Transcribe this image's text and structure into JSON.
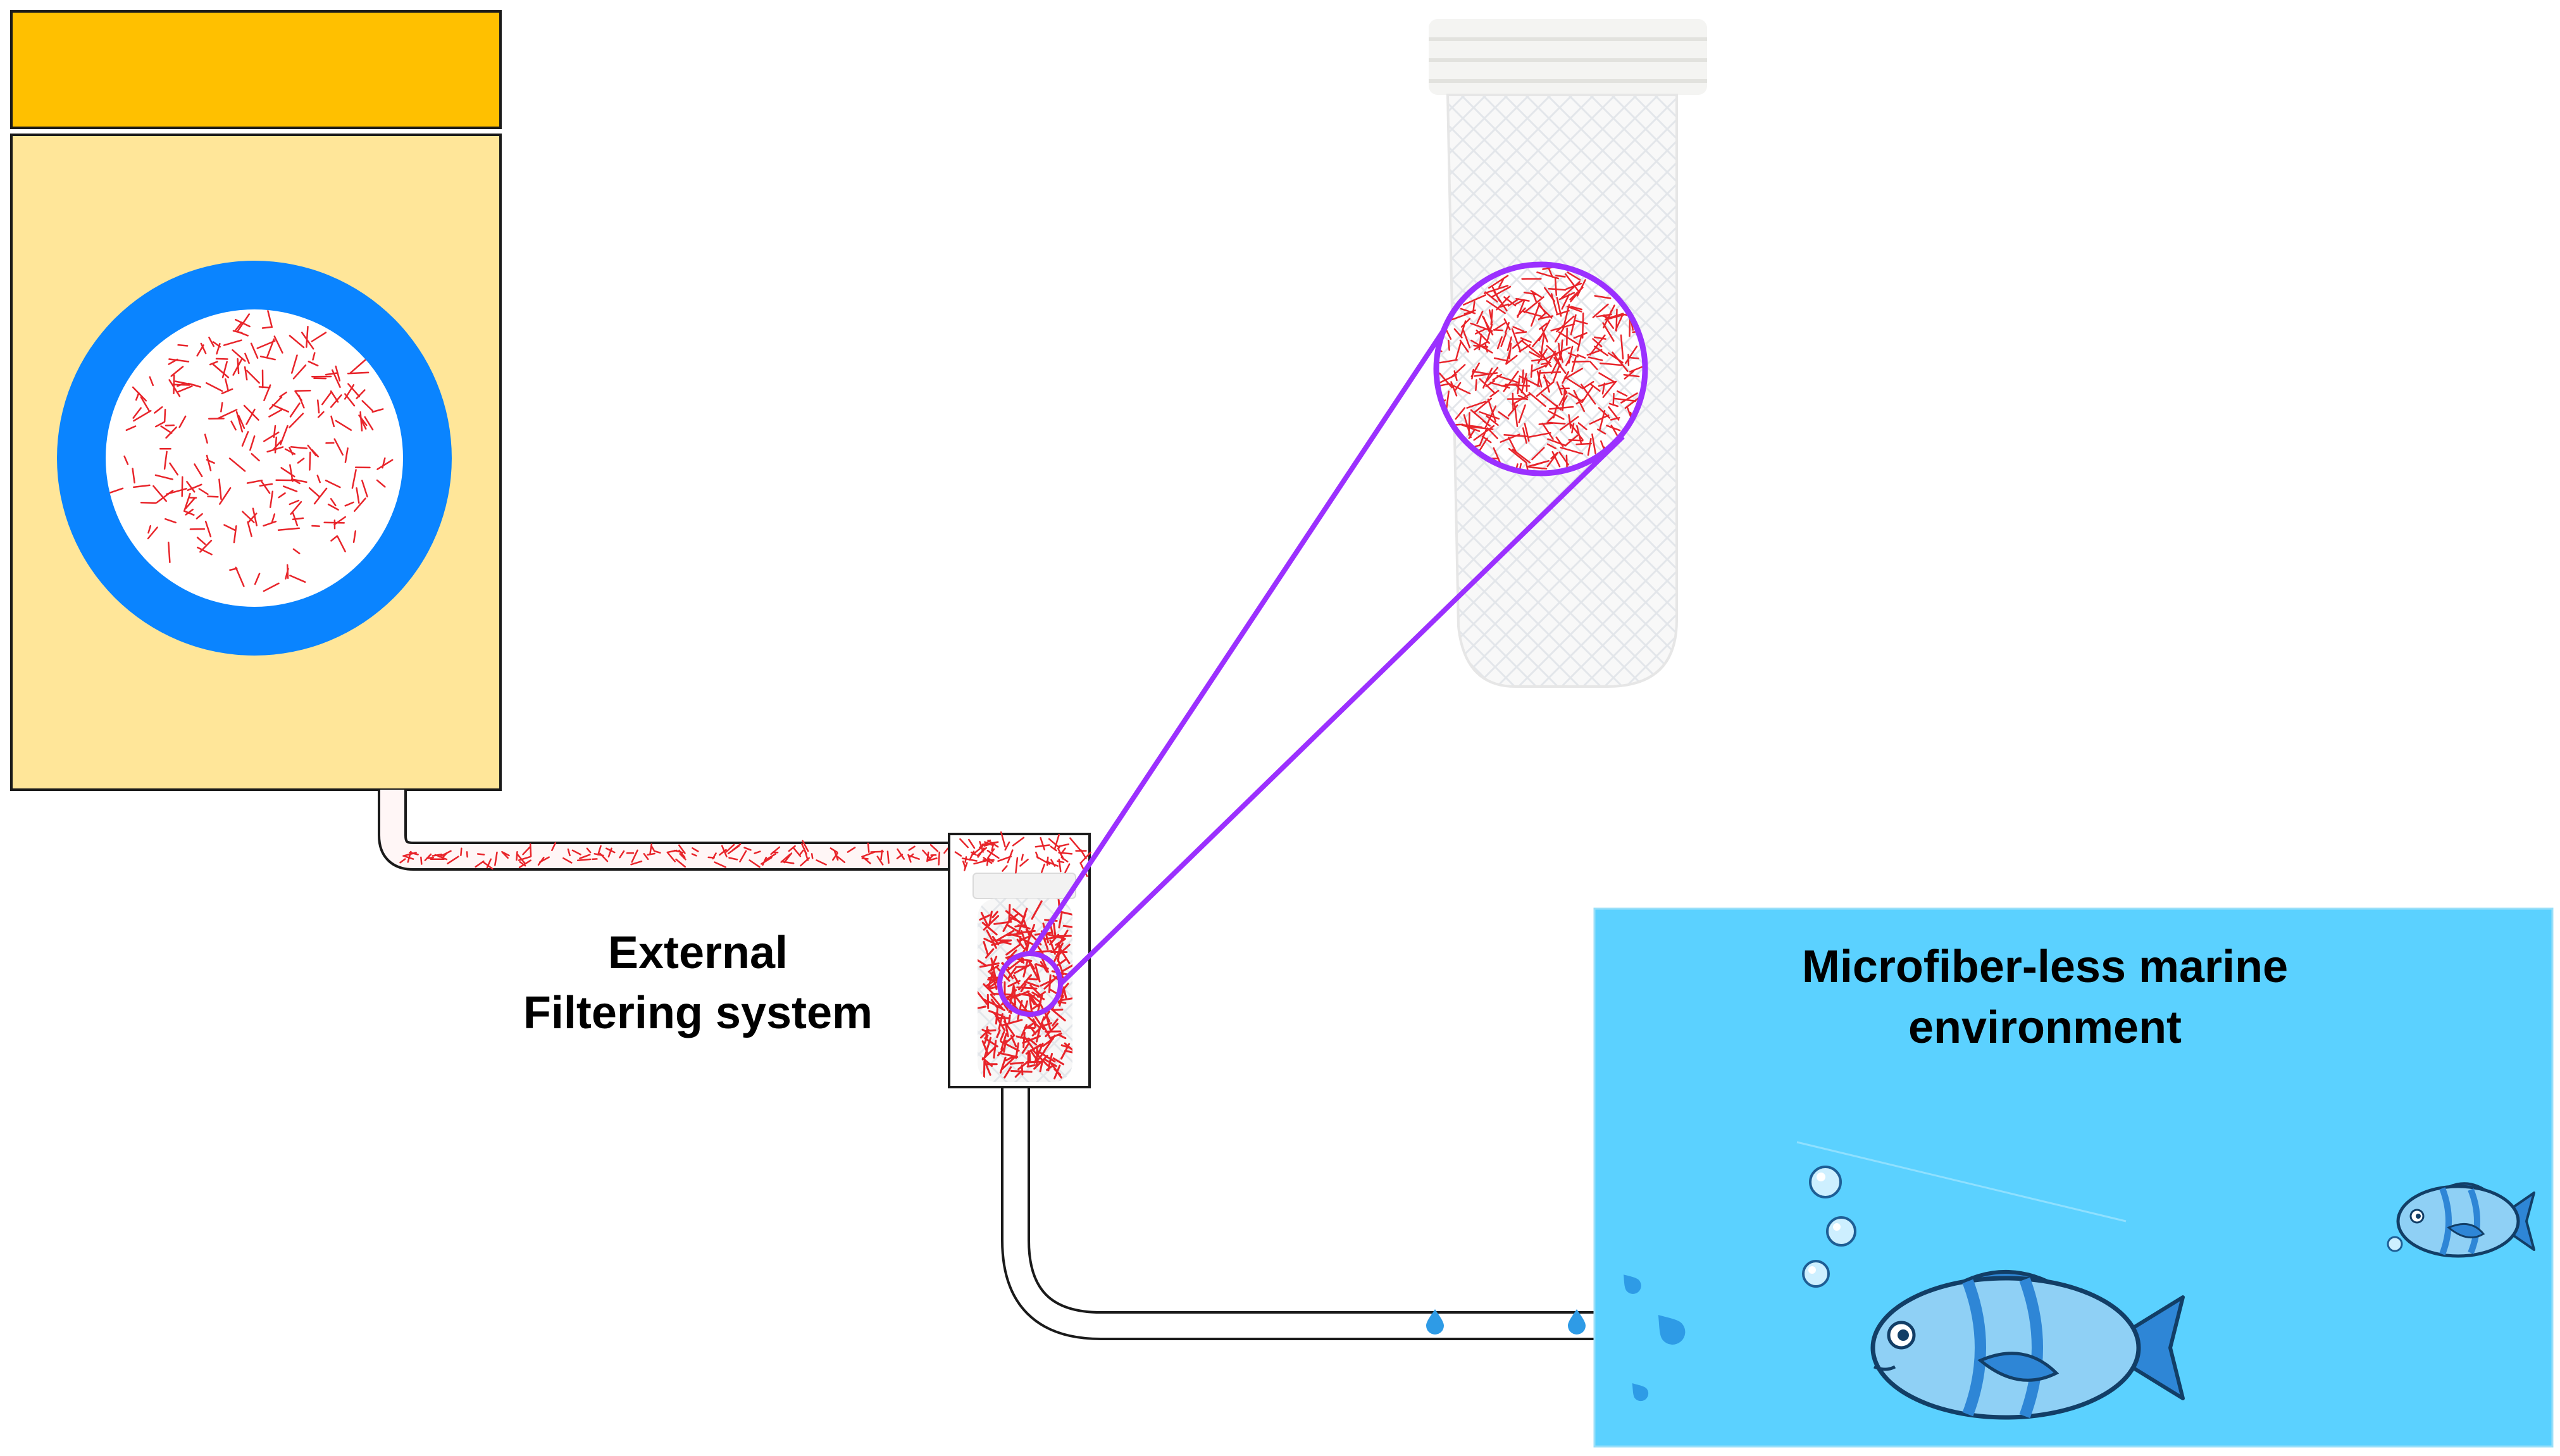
{
  "labels": {
    "filter_line1": "External",
    "filter_line2": "Filtering system",
    "marine_line1": "Microfiber-less marine",
    "marine_line2": "environment"
  },
  "icons": {
    "washing_machine": "washing-machine",
    "filter": "filter-cartridge",
    "mesh_bag": "mesh-filter-bag",
    "magnifier": "zoom-magnifier-circle",
    "fish": "fish",
    "bubble": "bubble",
    "droplet": "water-droplet"
  },
  "colors": {
    "machine_top": "#FFC000",
    "machine_body": "#FFE699",
    "drum_ring": "#0A84FF",
    "fiber": "#E8242A",
    "zoom": "#9B30FF",
    "sea": "#5BD1FF",
    "fish_body": "#7EC8F2",
    "fish_stripe": "#1E6FB5"
  }
}
